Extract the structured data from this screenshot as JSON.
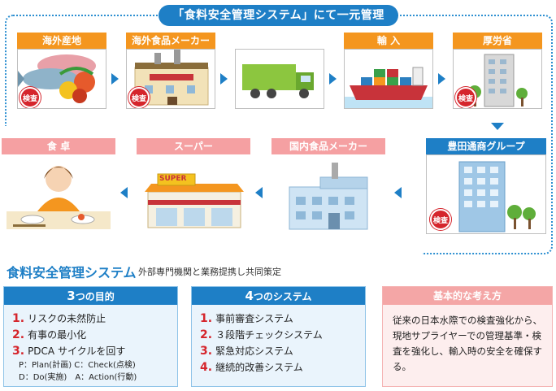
{
  "title": "「食料安全管理システム」にて一元管理",
  "inspection_badge": "検査",
  "flow_top": [
    {
      "label": "海外産地"
    },
    {
      "label": "海外食品メーカー"
    },
    {
      "label": ""
    },
    {
      "label": "輸 入"
    },
    {
      "label": "厚労省"
    }
  ],
  "hub": {
    "label": "豊田通商グループ"
  },
  "flow_bottom": [
    {
      "label": "食 卓"
    },
    {
      "label": "スーパー"
    },
    {
      "label": "国内食品メーカー"
    }
  ],
  "store_sign": "SUPER",
  "section": {
    "title": "食料安全管理システム",
    "subtitle": "外部専門機関と業務提携し共同策定"
  },
  "goals": {
    "heading_num": "3",
    "heading_rest": "つの目的",
    "items": [
      {
        "n": "1.",
        "text": "リスクの未然防止"
      },
      {
        "n": "2.",
        "text": "有事の最小化"
      },
      {
        "n": "3.",
        "text": "PDCA サイクルを回す"
      }
    ],
    "pdca_line1": "P：Plan(計画) C：Check(点検)",
    "pdca_line2": "D：Do(実施)　A：Action(行動)"
  },
  "systems": {
    "heading_num": "4",
    "heading_rest": "つのシステム",
    "items": [
      {
        "n": "1.",
        "text": "事前審査システム"
      },
      {
        "n": "2.",
        "text": "３段階チェックシステム"
      },
      {
        "n": "3.",
        "text": "緊急対応システム"
      },
      {
        "n": "4.",
        "text": "継続的改善システム"
      }
    ]
  },
  "basic": {
    "heading": "基本的な考え方",
    "text": "従来の日本水際での検査強化から、現地サプライヤーでの管理基準・検査を強化し、輸入時の安全を確保する。"
  },
  "colors": {
    "blue": "#1e7fc6",
    "orange": "#f4961f",
    "pink": "#f5a0a2",
    "red": "#d5252c"
  }
}
